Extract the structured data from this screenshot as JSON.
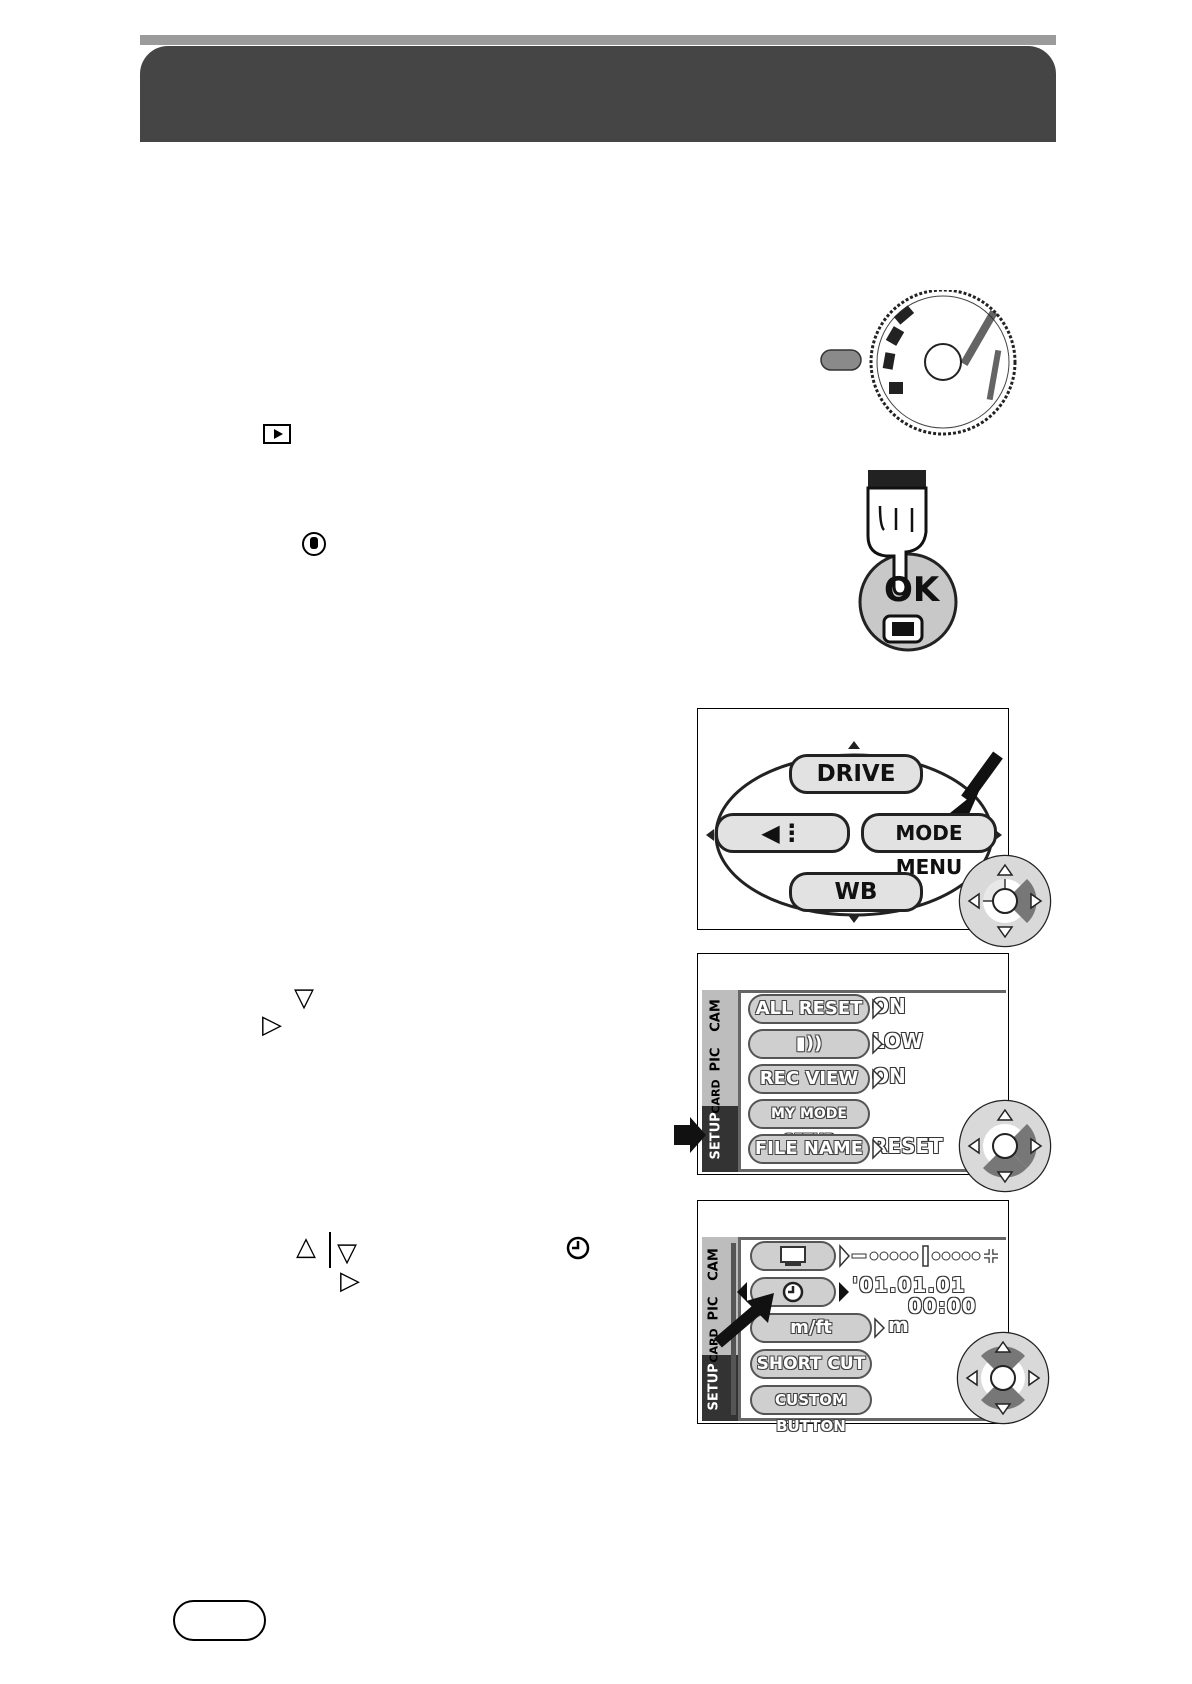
{
  "drive_menu": {
    "top_label": "DRIVE",
    "right_label": "MODE MENU",
    "bottom_label": "WB"
  },
  "setup_menu_1": {
    "tabs": [
      "CAM",
      "PIC",
      "CARD",
      "SETUP"
    ],
    "rows": [
      {
        "label": "ALL RESET",
        "value": "ON"
      },
      {
        "label": "",
        "value": "LOW"
      },
      {
        "label": "REC VIEW",
        "value": "ON"
      },
      {
        "label": "MY MODE SETUP",
        "value": ""
      },
      {
        "label": "FILE NAME",
        "value": "RESET"
      }
    ]
  },
  "setup_menu_2": {
    "tabs": [
      "CAM",
      "PIC",
      "CARD",
      "SETUP"
    ],
    "date": "'01.01.01",
    "time": "00:00",
    "units_label": "m/ft",
    "units_value": "m",
    "shortcut_label": "SHORT CUT",
    "custom_label": "CUSTOM BUTTON"
  },
  "ok_button": {
    "label": "OK"
  }
}
